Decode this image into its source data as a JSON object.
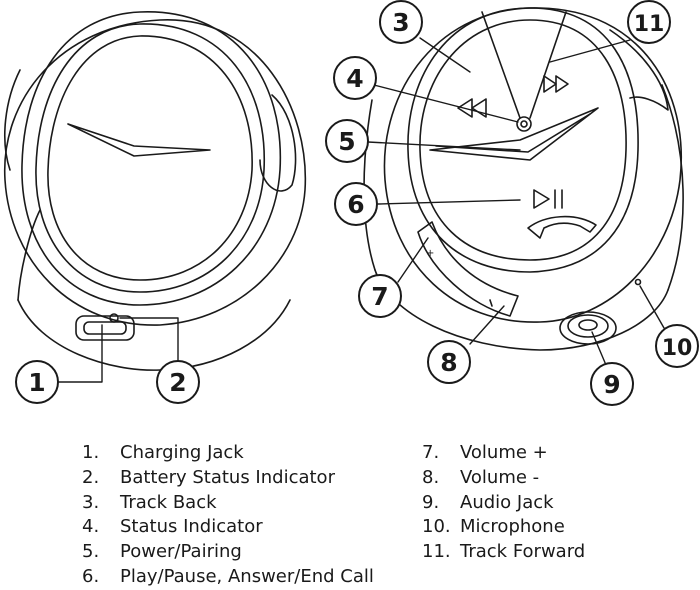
{
  "callouts": [
    "1",
    "2",
    "3",
    "4",
    "5",
    "6",
    "7",
    "8",
    "9",
    "10",
    "11"
  ],
  "legend_left": [
    {
      "num": "1.",
      "label": "Charging Jack"
    },
    {
      "num": "2.",
      "label": "Battery Status Indicator"
    },
    {
      "num": "3.",
      "label": "Track Back"
    },
    {
      "num": "4.",
      "label": "Status Indicator"
    },
    {
      "num": "5.",
      "label": "Power/Pairing"
    },
    {
      "num": "6.",
      "label": "Play/Pause, Answer/End Call"
    }
  ],
  "legend_right": [
    {
      "num": "7.",
      "label": "Volume +"
    },
    {
      "num": "8.",
      "label": "Volume -"
    },
    {
      "num": "9.",
      "label": "Audio Jack"
    },
    {
      "num": "10.",
      "label": "Microphone"
    },
    {
      "num": "11.",
      "label": "Track Forward"
    }
  ]
}
